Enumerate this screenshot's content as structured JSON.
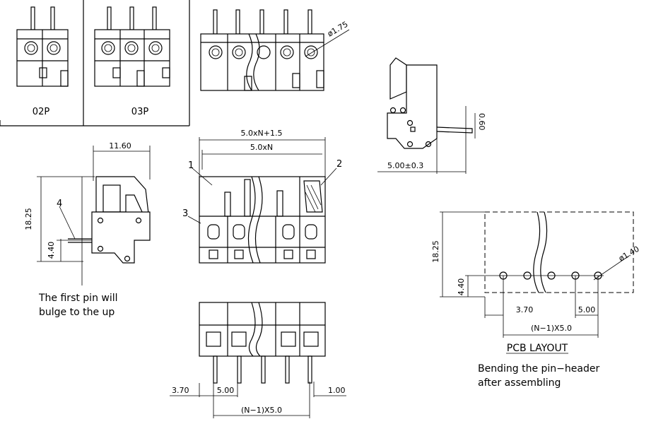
{
  "variants": [
    "02P",
    "03P"
  ],
  "dims": {
    "pin_dia": "ø1.75",
    "overall_width": "5.0xN+1.5",
    "pitch_width": "5.0xN",
    "side_width": "11.60",
    "side_height": "18.25",
    "side_pin_height": "4.40",
    "bend_offset": "0.60",
    "bend_length": "5.00±0.3",
    "bottom_offset": "3.70",
    "bottom_pitch": "5.00",
    "bottom_pin": "1.00",
    "bottom_span": "(N−1)X5.0",
    "pcb_height": "18.25",
    "pcb_pin_height": "4.40",
    "pcb_hole_dia": "ø1.40",
    "pcb_offset": "3.70",
    "pcb_pitch": "5.00",
    "pcb_span": "(N−1)X5.0"
  },
  "callouts": [
    "1",
    "2",
    "3",
    "4"
  ],
  "notes": {
    "first_pin_line1": "The first pin will",
    "first_pin_line2": "bulge to the up",
    "pcb_title": "PCB LAYOUT",
    "bend_line1": "Bending the pin−header",
    "bend_line2": "after assembling"
  }
}
